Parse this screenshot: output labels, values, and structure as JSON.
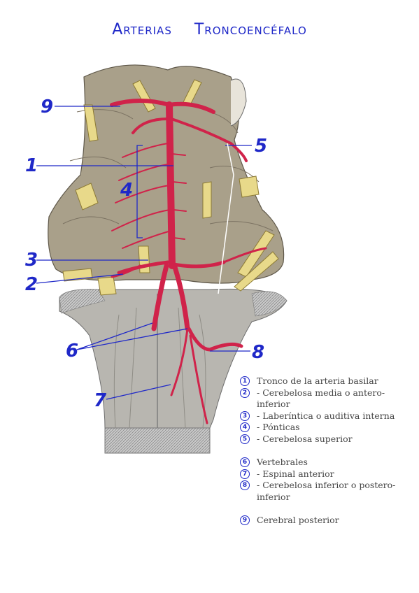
{
  "title": {
    "word1": "Arterias",
    "word2": "Troncoencéfalo"
  },
  "numbers": {
    "n1": "1",
    "n2": "2",
    "n3": "3",
    "n4": "4",
    "n5": "5",
    "n6": "6",
    "n7": "7",
    "n8": "8",
    "n9": "9"
  },
  "legend": [
    {
      "num": "1",
      "text": "Tronco de la arteria basilar"
    },
    {
      "num": "2",
      "text": "- Cerebelosa media o antero-inferior"
    },
    {
      "num": "3",
      "text": "- Laberíntica o auditiva interna"
    },
    {
      "num": "4",
      "text": "- Pónticas"
    },
    {
      "num": "5",
      "text": "- Cerebelosa superior"
    },
    {
      "num": "6",
      "text": "Vertebrales"
    },
    {
      "num": "7",
      "text": "- Espinal anterior"
    },
    {
      "num": "8",
      "text": "- Cerebelosa inferior o postero-inferior"
    },
    {
      "num": "9",
      "text": "Cerebral posterior"
    }
  ],
  "colors": {
    "ink": "#1f28c8",
    "artery": "#d0234a",
    "nerve": "#e8d98a",
    "tissue": "#a9a08a"
  }
}
